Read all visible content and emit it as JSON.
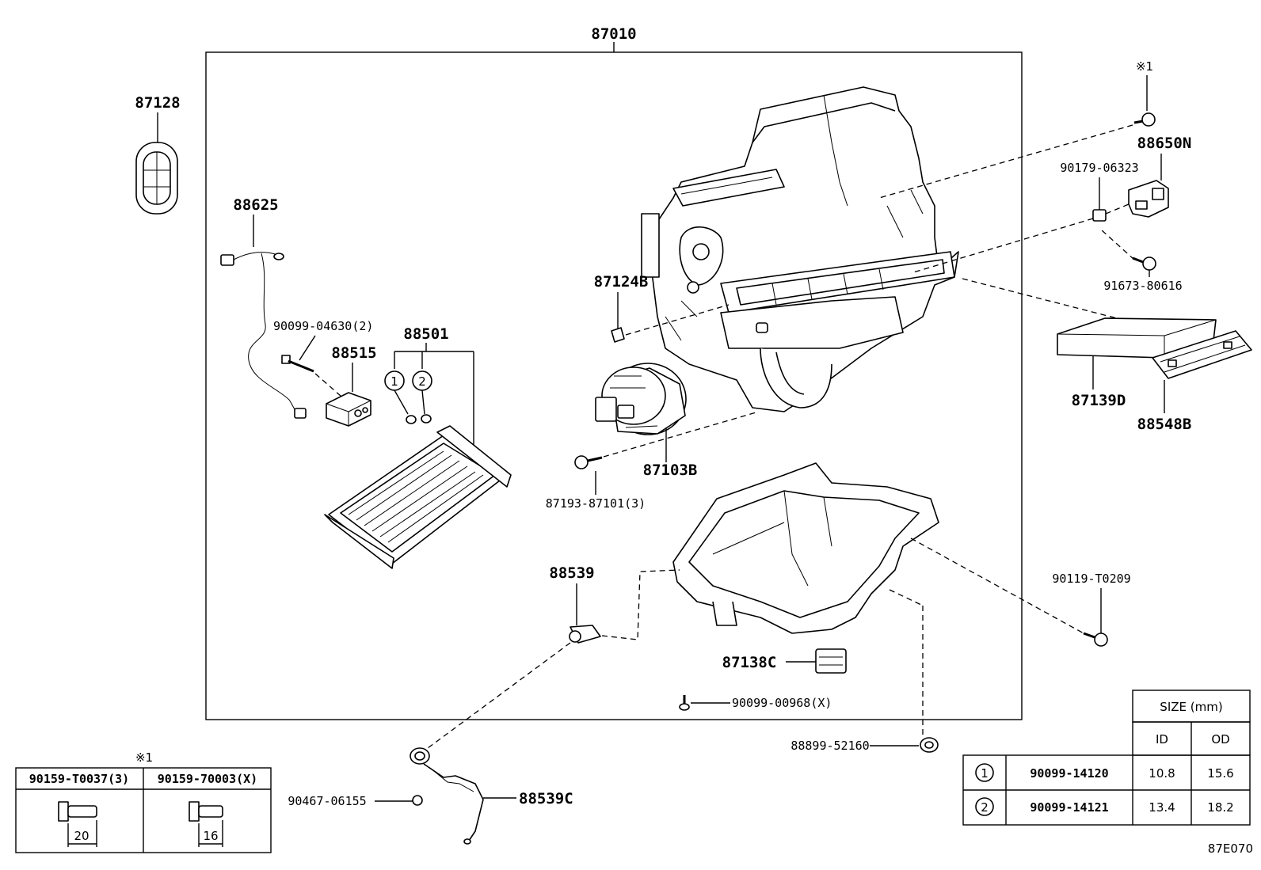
{
  "diagram": {
    "code": "87E070",
    "asterisk_note": "※1",
    "parts": {
      "assembly": "87010",
      "p87128": "87128",
      "p88625": "88625",
      "p90099_04630": "90099-04630(2)",
      "p88501": "88501",
      "p88515": "88515",
      "circle1": "1",
      "circle2": "2",
      "p87124b": "87124B",
      "p87103b": "87103B",
      "p87193": "87193-87101(3)",
      "p88539": "88539",
      "p87138c": "87138C",
      "p90099_00968": "90099-00968(X)",
      "p88650n": "88650N",
      "p90179": "90179-06323",
      "p91673": "91673-80616",
      "p87139d": "87139D",
      "p88548b": "88548B",
      "p90119": "90119-T0209",
      "p88899": "88899-52160",
      "p90467": "90467-06155",
      "p88539c": "88539C"
    },
    "bolt_table": {
      "note": "※1",
      "col1": "90159-T0037(3)",
      "col2": "90159-70003(X)",
      "len1": "20",
      "len2": "16"
    },
    "size_table": {
      "header": "SIZE (mm)",
      "id_label": "ID",
      "od_label": "OD",
      "rows": [
        {
          "num": "1",
          "part": "90099-14120",
          "id": "10.8",
          "od": "15.6"
        },
        {
          "num": "2",
          "part": "90099-14121",
          "id": "13.4",
          "od": "18.2"
        }
      ]
    }
  }
}
